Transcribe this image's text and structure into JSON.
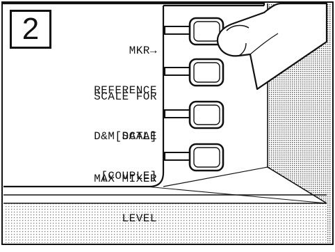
{
  "panel": {
    "step_number": "2",
    "softkeys": [
      {
        "line1": "MKR→",
        "line2": "REFERENCE",
        "pressed": true
      },
      {
        "line1": "SCALE FOR",
        "line2": "[DATA]",
        "pressed": false
      },
      {
        "line1": "D&M SCALE",
        "line2": "[COUPLE]",
        "pressed": false
      },
      {
        "line1": "MAX MIXER",
        "line2": "LEVEL",
        "pressed": false
      }
    ]
  },
  "colors": {
    "ink": "#111111",
    "paper": "#ffffff",
    "halftone": "#9a9a9a"
  },
  "icons": [
    "finger-icon"
  ]
}
